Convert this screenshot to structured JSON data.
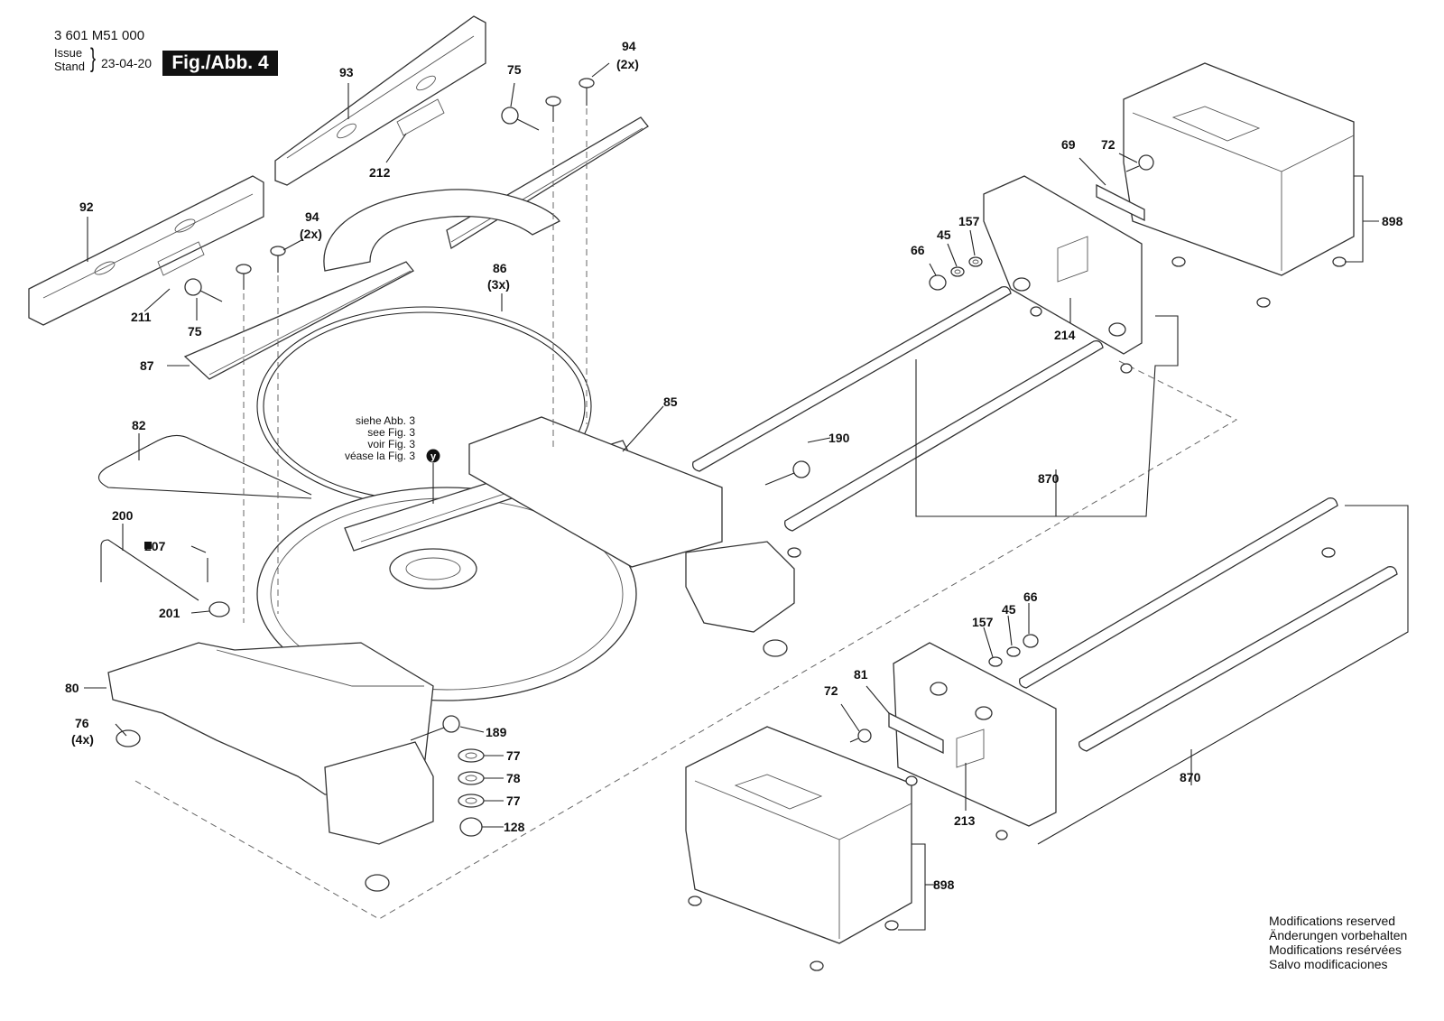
{
  "header": {
    "doc_number": "3 601 M51 000",
    "issue_label": "Issue",
    "stand_label": "Stand",
    "issue_date": "23-04-20",
    "fig_badge": "Fig./Abb. 4"
  },
  "reference_note": {
    "lines": [
      "siehe Abb. 3",
      "see Fig. 3",
      "voir Fig. 3",
      "véase la Fig. 3"
    ],
    "badge": "y"
  },
  "parts": [
    {
      "number": "93"
    },
    {
      "number": "75"
    },
    {
      "number": "94",
      "qty": "(2x)"
    },
    {
      "number": "212"
    },
    {
      "number": "92"
    },
    {
      "number": "94",
      "qty": "(2x)"
    },
    {
      "number": "211"
    },
    {
      "number": "75"
    },
    {
      "number": "86",
      "qty": "(3x)"
    },
    {
      "number": "87"
    },
    {
      "number": "85"
    },
    {
      "number": "82"
    },
    {
      "number": "200"
    },
    {
      "number": "207"
    },
    {
      "number": "201"
    },
    {
      "number": "80"
    },
    {
      "number": "76",
      "qty": "(4x)"
    },
    {
      "number": "189"
    },
    {
      "number": "77"
    },
    {
      "number": "78"
    },
    {
      "number": "77"
    },
    {
      "number": "128"
    },
    {
      "number": "69"
    },
    {
      "number": "72"
    },
    {
      "number": "898"
    },
    {
      "number": "66"
    },
    {
      "number": "45"
    },
    {
      "number": "157"
    },
    {
      "number": "214"
    },
    {
      "number": "190"
    },
    {
      "number": "870"
    },
    {
      "number": "157"
    },
    {
      "number": "45"
    },
    {
      "number": "66"
    },
    {
      "number": "72"
    },
    {
      "number": "81"
    },
    {
      "number": "213"
    },
    {
      "number": "870"
    },
    {
      "number": "898"
    }
  ],
  "notes": [
    "Modifications reserved",
    "Änderungen vorbehalten",
    "Modifications resérvées",
    "Salvo modificaciones"
  ]
}
